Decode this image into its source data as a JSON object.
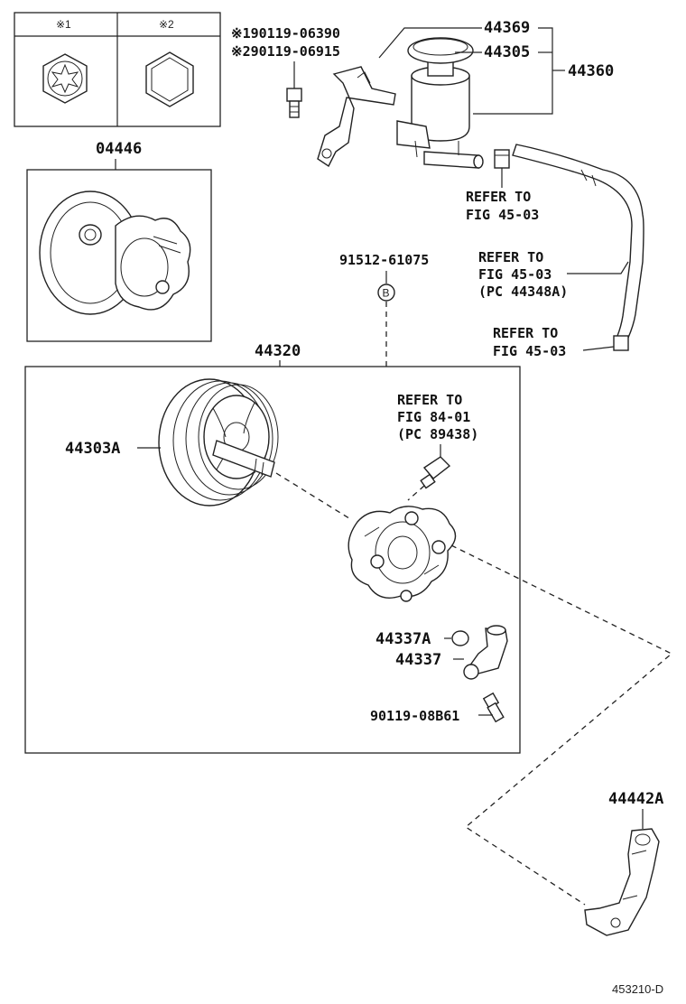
{
  "legend": {
    "mark1": "※1",
    "mark2": "※2"
  },
  "parts": {
    "p04446": "04446",
    "p44320": "44320",
    "p44303A": "44303A",
    "p44369": "44369",
    "p44305": "44305",
    "p44360": "44360",
    "p91512": "91512-61075",
    "p44337A": "44337A",
    "p44337": "44337",
    "p90119_08B61": "90119-08B61",
    "p44442A": "44442A",
    "bolt1": "※190119-06390",
    "bolt2": "※290119-06915"
  },
  "refs": {
    "ref1": [
      "REFER TO",
      "FIG 45-03"
    ],
    "ref2": [
      "REFER TO",
      "FIG 45-03",
      "(PC 44348A)"
    ],
    "ref3": [
      "REFER TO",
      "FIG 45-03"
    ],
    "ref4": [
      "REFER TO",
      "FIG 84-01",
      "(PC 89438)"
    ]
  },
  "marker_b": "B",
  "figure_id": "453210-D",
  "icons": [
    "torx-nut-icon",
    "hex-nut-icon"
  ]
}
